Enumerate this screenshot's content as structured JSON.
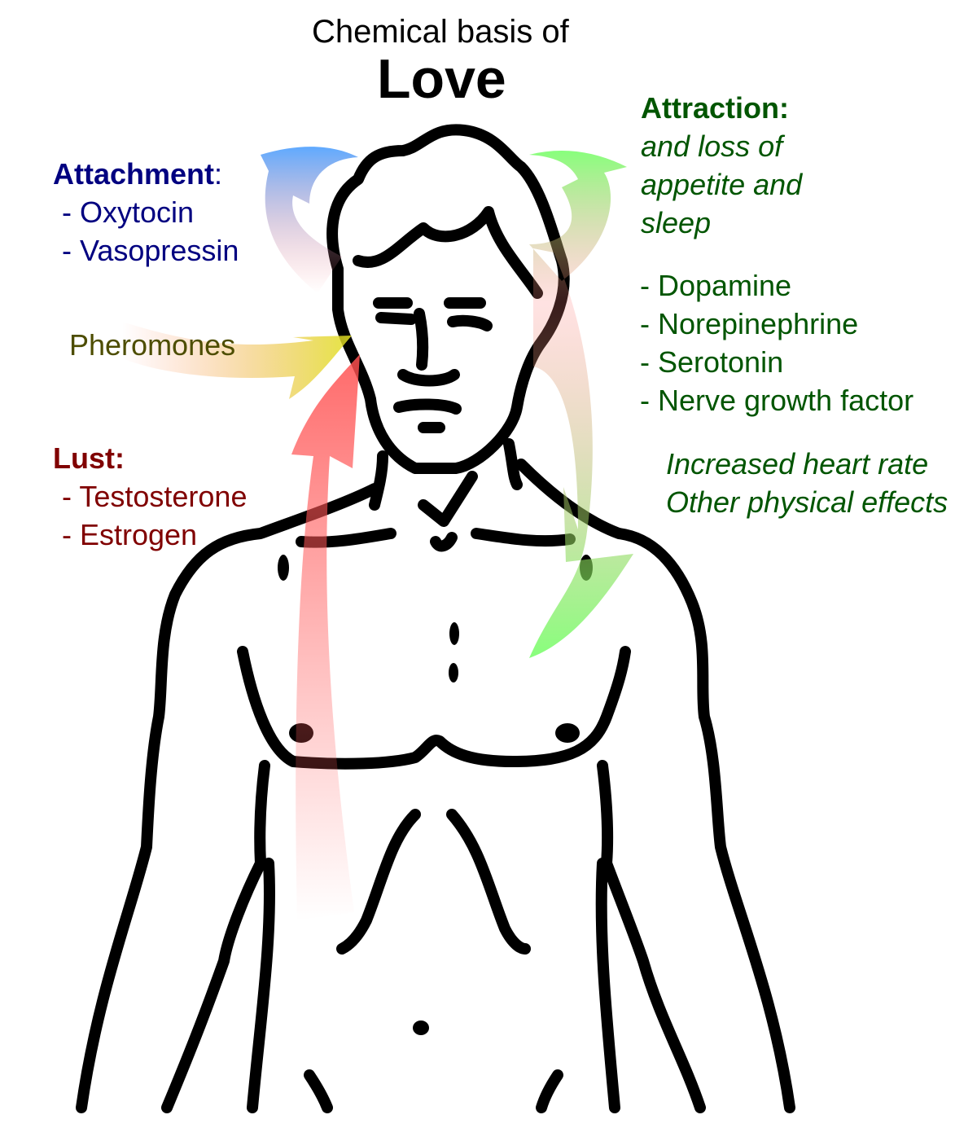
{
  "title": {
    "line1": "Chemical basis of",
    "line2": "Love"
  },
  "attachment": {
    "heading": "Attachment",
    "colon": ":",
    "items": [
      "- Oxytocin",
      "- Vasopressin"
    ],
    "color": "#000080"
  },
  "pheromones": {
    "label": "Pheromones",
    "color": "#4d4d00"
  },
  "lust": {
    "heading": "Lust:",
    "items": [
      "- Testosterone",
      "- Estrogen"
    ],
    "color": "#800000"
  },
  "attraction": {
    "heading": "Attraction:",
    "subtitle_lines": [
      "and loss of",
      "appetite and",
      "sleep"
    ],
    "items": [
      "- Dopamine",
      "- Norepinephrine",
      "- Serotonin",
      "- Nerve growth factor"
    ],
    "effects": [
      "Increased heart rate",
      "Other physical effects"
    ],
    "color": "#005500"
  },
  "arrow_colors": {
    "attachment": "#55a0ff",
    "pheromones": "#e0e020",
    "lust": "#ff5555",
    "attraction": "#66ff55"
  }
}
